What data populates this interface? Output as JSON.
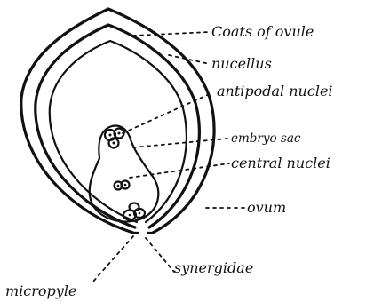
{
  "labels": {
    "coats_of_ovule": "Coats of ovule",
    "nucellus": "nucellus",
    "antipodal_nuclei": "antipodal nuclei",
    "embryo_sac": "embryo sac",
    "central_nuclei": "central nuclei",
    "ovum": "ovum",
    "synergidae": "synergidae",
    "micropyle": "micropyle"
  }
}
